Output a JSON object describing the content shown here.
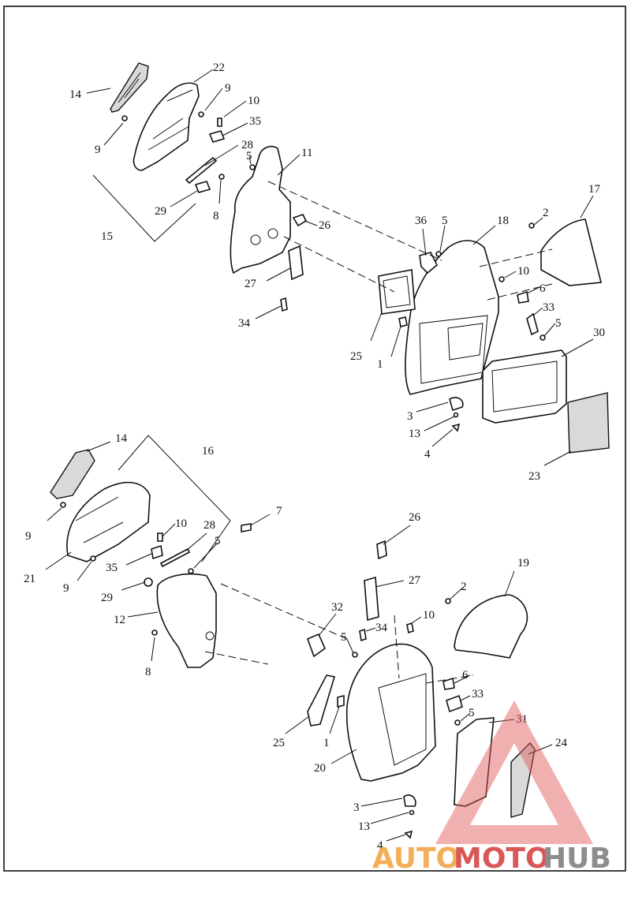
{
  "diagram": {
    "labels_upper": [
      "14",
      "22",
      "9",
      "10",
      "35",
      "9",
      "28",
      "5",
      "11",
      "29",
      "8",
      "15",
      "26",
      "27",
      "34",
      "36",
      "5",
      "18",
      "2",
      "17",
      "10",
      "6",
      "33",
      "5",
      "25",
      "1",
      "30",
      "3",
      "13",
      "4",
      "23"
    ],
    "labels_lower": [
      "14",
      "16",
      "9",
      "10",
      "28",
      "7",
      "5",
      "21",
      "9",
      "35",
      "29",
      "12",
      "8",
      "26",
      "27",
      "19",
      "2",
      "32",
      "10",
      "5",
      "34",
      "6",
      "33",
      "5",
      "31",
      "25",
      "1",
      "20",
      "24",
      "3",
      "13",
      "4"
    ]
  },
  "watermark": {
    "text_auto": "AUTO",
    "text_moto": "MOTO",
    "text_hub": "HUB",
    "colors": {
      "auto": "#f2a13a",
      "moto": "#d33a3a",
      "hub": "#7a7a7a",
      "triangle": "#e05555"
    }
  }
}
